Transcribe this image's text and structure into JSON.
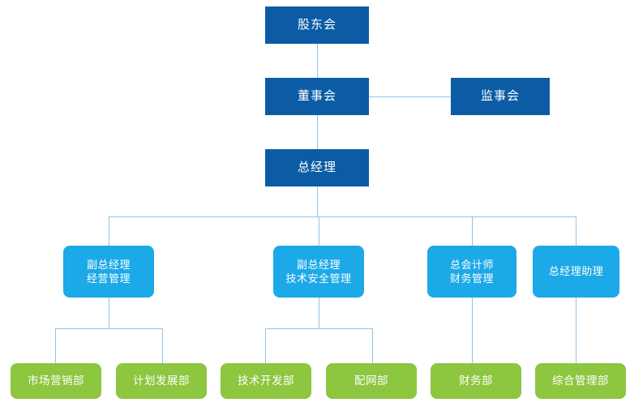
{
  "chart_data": {
    "type": "diagram",
    "diagram_kind": "organizational-chart",
    "title": "",
    "colors": {
      "executive_box": "#0b5ca5",
      "manager_box": "#1ca9e8",
      "department_box": "#8dc63f",
      "connector_line": "#8fc4e8",
      "node_text": "#ffffff",
      "background": "#ffffff"
    },
    "levels": [
      {
        "level": 1,
        "style": "executive",
        "nodes": [
          {
            "id": "shareholders",
            "label": "股东会"
          }
        ]
      },
      {
        "level": 2,
        "style": "executive",
        "nodes": [
          {
            "id": "board",
            "label": "董事会"
          },
          {
            "id": "supervisors",
            "label": "监事会"
          }
        ]
      },
      {
        "level": 3,
        "style": "executive",
        "nodes": [
          {
            "id": "general_manager",
            "label": "总经理"
          }
        ]
      },
      {
        "level": 4,
        "style": "manager",
        "nodes": [
          {
            "id": "dgm_business",
            "line1": "副总经理",
            "line2": "经营管理"
          },
          {
            "id": "dgm_tech_safety",
            "line1": "副总经理",
            "line2": "技术安全管理"
          },
          {
            "id": "chief_accountant",
            "line1": "总会计师",
            "line2": "财务管理"
          },
          {
            "id": "gm_assistant",
            "line1": "总经理助理",
            "line2": ""
          }
        ]
      },
      {
        "level": 5,
        "style": "department",
        "nodes": [
          {
            "id": "marketing",
            "label": "市场营销部"
          },
          {
            "id": "planning",
            "label": "计划发展部"
          },
          {
            "id": "tech_dev",
            "label": "技术开发部"
          },
          {
            "id": "distribution",
            "label": "配网部"
          },
          {
            "id": "finance",
            "label": "财务部"
          },
          {
            "id": "general_admin",
            "label": "综合管理部"
          }
        ]
      }
    ],
    "edges": [
      {
        "from": "shareholders",
        "to": "board"
      },
      {
        "from": "board",
        "to": "supervisors"
      },
      {
        "from": "board",
        "to": "general_manager"
      },
      {
        "from": "general_manager",
        "to": "dgm_business"
      },
      {
        "from": "general_manager",
        "to": "dgm_tech_safety"
      },
      {
        "from": "general_manager",
        "to": "chief_accountant"
      },
      {
        "from": "general_manager",
        "to": "gm_assistant"
      },
      {
        "from": "dgm_business",
        "to": "marketing"
      },
      {
        "from": "dgm_business",
        "to": "planning"
      },
      {
        "from": "dgm_tech_safety",
        "to": "tech_dev"
      },
      {
        "from": "dgm_tech_safety",
        "to": "distribution"
      },
      {
        "from": "chief_accountant",
        "to": "finance"
      },
      {
        "from": "gm_assistant",
        "to": "general_admin"
      }
    ]
  },
  "nodes": {
    "shareholders": {
      "label": "股东会"
    },
    "board": {
      "label": "董事会"
    },
    "supervisors": {
      "label": "监事会"
    },
    "general_manager": {
      "label": "总经理"
    },
    "dgm_business": {
      "line1": "副总经理",
      "line2": "经营管理"
    },
    "dgm_tech_safety": {
      "line1": "副总经理",
      "line2": "技术安全管理"
    },
    "chief_accountant": {
      "line1": "总会计师",
      "line2": "财务管理"
    },
    "gm_assistant": {
      "line1": "总经理助理"
    },
    "marketing": {
      "label": "市场营销部"
    },
    "planning": {
      "label": "计划发展部"
    },
    "tech_dev": {
      "label": "技术开发部"
    },
    "distribution": {
      "label": "配网部"
    },
    "finance": {
      "label": "财务部"
    },
    "general_admin": {
      "label": "综合管理部"
    }
  }
}
